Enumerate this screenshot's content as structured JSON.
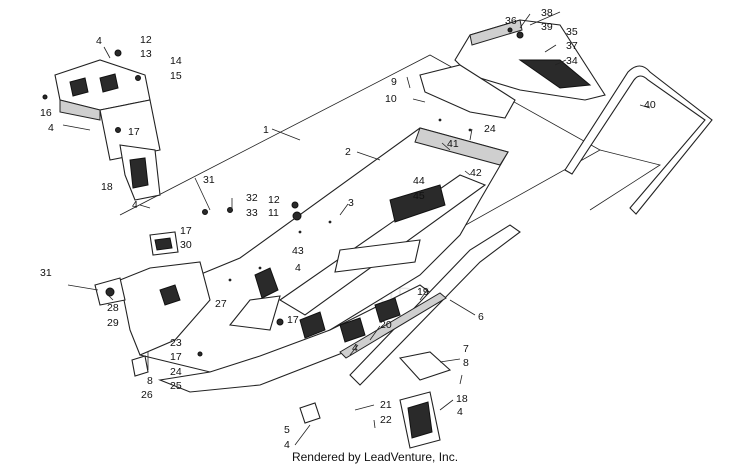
{
  "footer": "Rendered by LeadVenture, Inc.",
  "watermark": "LEADVENTURE",
  "callouts": [
    "1",
    "2",
    "3",
    "4",
    "5",
    "6",
    "7",
    "8",
    "9",
    "10",
    "11",
    "12",
    "13",
    "14",
    "15",
    "16",
    "17",
    "18",
    "19",
    "20",
    "21",
    "22",
    "23",
    "24",
    "25",
    "26",
    "27",
    "28",
    "29",
    "30",
    "31",
    "32",
    "33",
    "34",
    "35",
    "36",
    "37",
    "38",
    "39",
    "40",
    "41",
    "42",
    "43",
    "44",
    "45"
  ]
}
